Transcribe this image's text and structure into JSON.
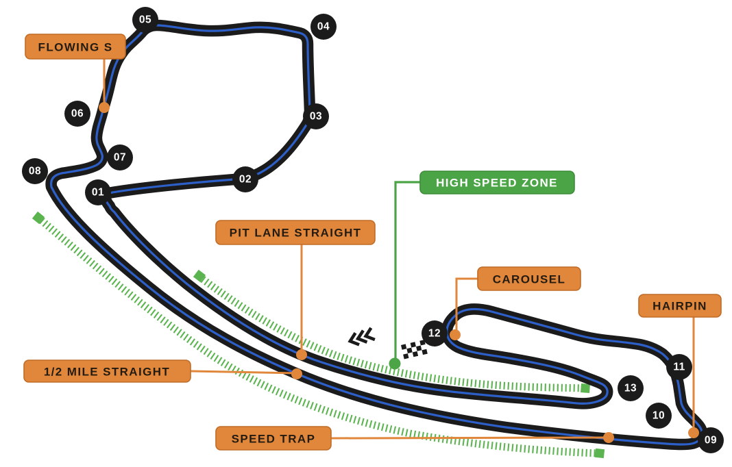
{
  "track_map": {
    "corners": [
      {
        "label": "01"
      },
      {
        "label": "02"
      },
      {
        "label": "03"
      },
      {
        "label": "04"
      },
      {
        "label": "05"
      },
      {
        "label": "06"
      },
      {
        "label": "07"
      },
      {
        "label": "08"
      },
      {
        "label": "09"
      },
      {
        "label": "10"
      },
      {
        "label": "11"
      },
      {
        "label": "12"
      },
      {
        "label": "13"
      }
    ],
    "callouts": {
      "flowing_s": "FLOWING S",
      "high_speed_zone": "HIGH SPEED ZONE",
      "pit_lane_straight": "PIT LANE STRAIGHT",
      "carousel": "CAROUSEL",
      "hairpin": "HAIRPIN",
      "half_mile_straight": "1/2 MILE STRAIGHT",
      "speed_trap": "SPEED TRAP"
    },
    "icons": [
      {
        "name": "checkered-flag-icon",
        "meaning": "start-finish line"
      },
      {
        "name": "direction-chevrons-icon",
        "meaning": "direction of travel"
      }
    ],
    "colors": {
      "track": "#1b1b1b",
      "racing_line": "#2d5fc8",
      "callout_orange": "#e0873c",
      "callout_orange_border": "#c06c27",
      "callout_green": "#4ba546",
      "callout_green_border": "#3d8c3a",
      "hatch_green": "#5cb450",
      "callout_text_dark": "#241b10",
      "callout_text_light": "#ffffff",
      "corner_number": "#ffffff",
      "background": "#ffffff"
    }
  }
}
